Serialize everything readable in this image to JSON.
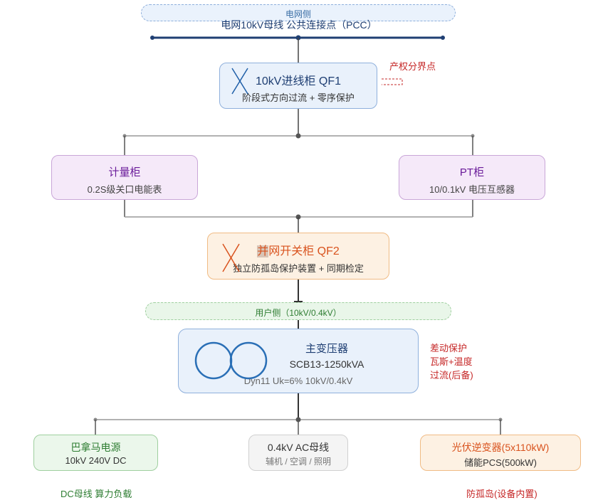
{
  "grid_zone": {
    "label": "电网侧"
  },
  "pcc_bus": {
    "label": "电网10kV母线 公共连接点（PCC）"
  },
  "incoming_cabinet": {
    "title": "10kV进线柜 QF1",
    "desc": "阶段式方向过流 + 零序保护"
  },
  "ownership_boundary": {
    "label": "产权分界点"
  },
  "metering_cabinet": {
    "title": "计量柜",
    "desc": "0.2S级关口电能表"
  },
  "pt_cabinet": {
    "title": "PT柜",
    "desc": "10/0.1kV 电压互感器"
  },
  "grid_switch_cabinet": {
    "title_highlight": "并",
    "title_rest": "网开关柜 QF2",
    "desc": "独立防孤岛保护装置 + 同期检定"
  },
  "user_zone": {
    "label": "用户侧（10kV/0.4kV）"
  },
  "main_transformer": {
    "title": "主变压器",
    "model": "SCB13-1250kVA",
    "desc": "Dyn11 Uk=6% 10kV/0.4kV"
  },
  "transformer_protection": {
    "line1": "差动保护",
    "line2": "瓦斯+温度",
    "line3": "过流(后备)"
  },
  "bitcoin_supply": {
    "title": "巴拿马电源",
    "desc": "10kV 240V DC",
    "note": "DC母线 算力负载"
  },
  "ac_bus": {
    "title": "0.4kV AC母线",
    "desc": "辅机 / 空调 / 照明"
  },
  "pv_inverter": {
    "title": "光伏逆变器(5x110kW)",
    "desc": "储能PCS(500kW)",
    "note": "防孤岛(设备内置)"
  },
  "colors": {
    "blue": "#1f4e79",
    "green": "#2e7d32",
    "orange": "#d9531e",
    "purple": "#6a1b9a",
    "red": "#c62828"
  }
}
